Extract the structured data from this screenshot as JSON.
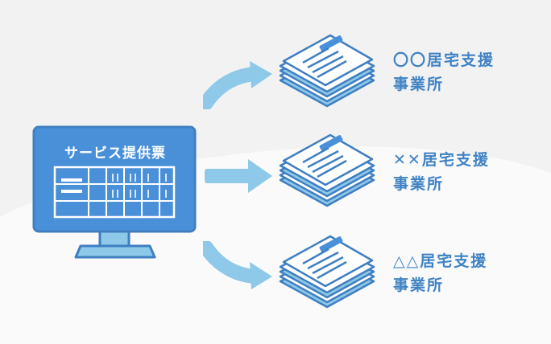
{
  "colors": {
    "background": "#f2f2f2",
    "accent_blue": "#4a90d9",
    "light_blue": "#8ec9e9",
    "label_blue": "#3f82c4",
    "outline": "#3f7fc1"
  },
  "monitor": {
    "screen_title": "サービス提供票",
    "icon": "computer-monitor-icon"
  },
  "documents": [
    {
      "icon": "document-stack-icon",
      "name_line1": "〇〇居宅支援",
      "name_line2": "事業所"
    },
    {
      "icon": "document-stack-icon",
      "name_line1": "✕✕居宅支援",
      "name_line2": "事業所"
    },
    {
      "icon": "document-stack-icon",
      "name_line1": "△△居宅支援",
      "name_line2": "事業所"
    }
  ]
}
